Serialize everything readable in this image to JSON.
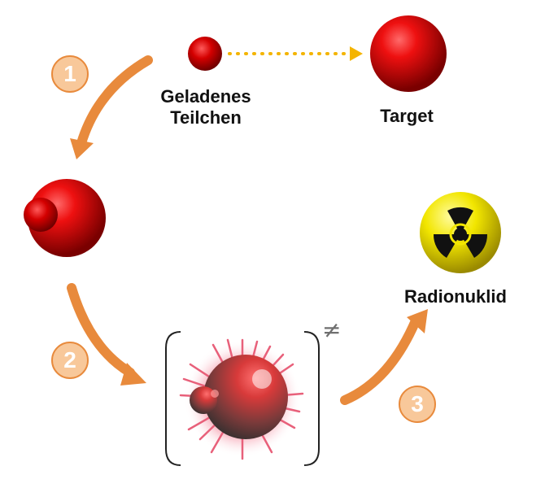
{
  "labels": {
    "particle_line1": "Geladenes",
    "particle_line2": "Teilchen",
    "target": "Target",
    "radionuclide": "Radionuklid",
    "excited_mark": "≠"
  },
  "steps": [
    "1",
    "2",
    "3"
  ],
  "colors": {
    "sphere_red": "#e00000",
    "sphere_dark": "#7a0000",
    "arrow_orange": "#e88a3c",
    "step_fill": "#f8c89a",
    "dotted_arrow": "#f4b400",
    "hazard_yellow": "#f2e600",
    "spikes": "#e8607a"
  },
  "icons": {
    "radioactive": "radioactive-icon"
  }
}
